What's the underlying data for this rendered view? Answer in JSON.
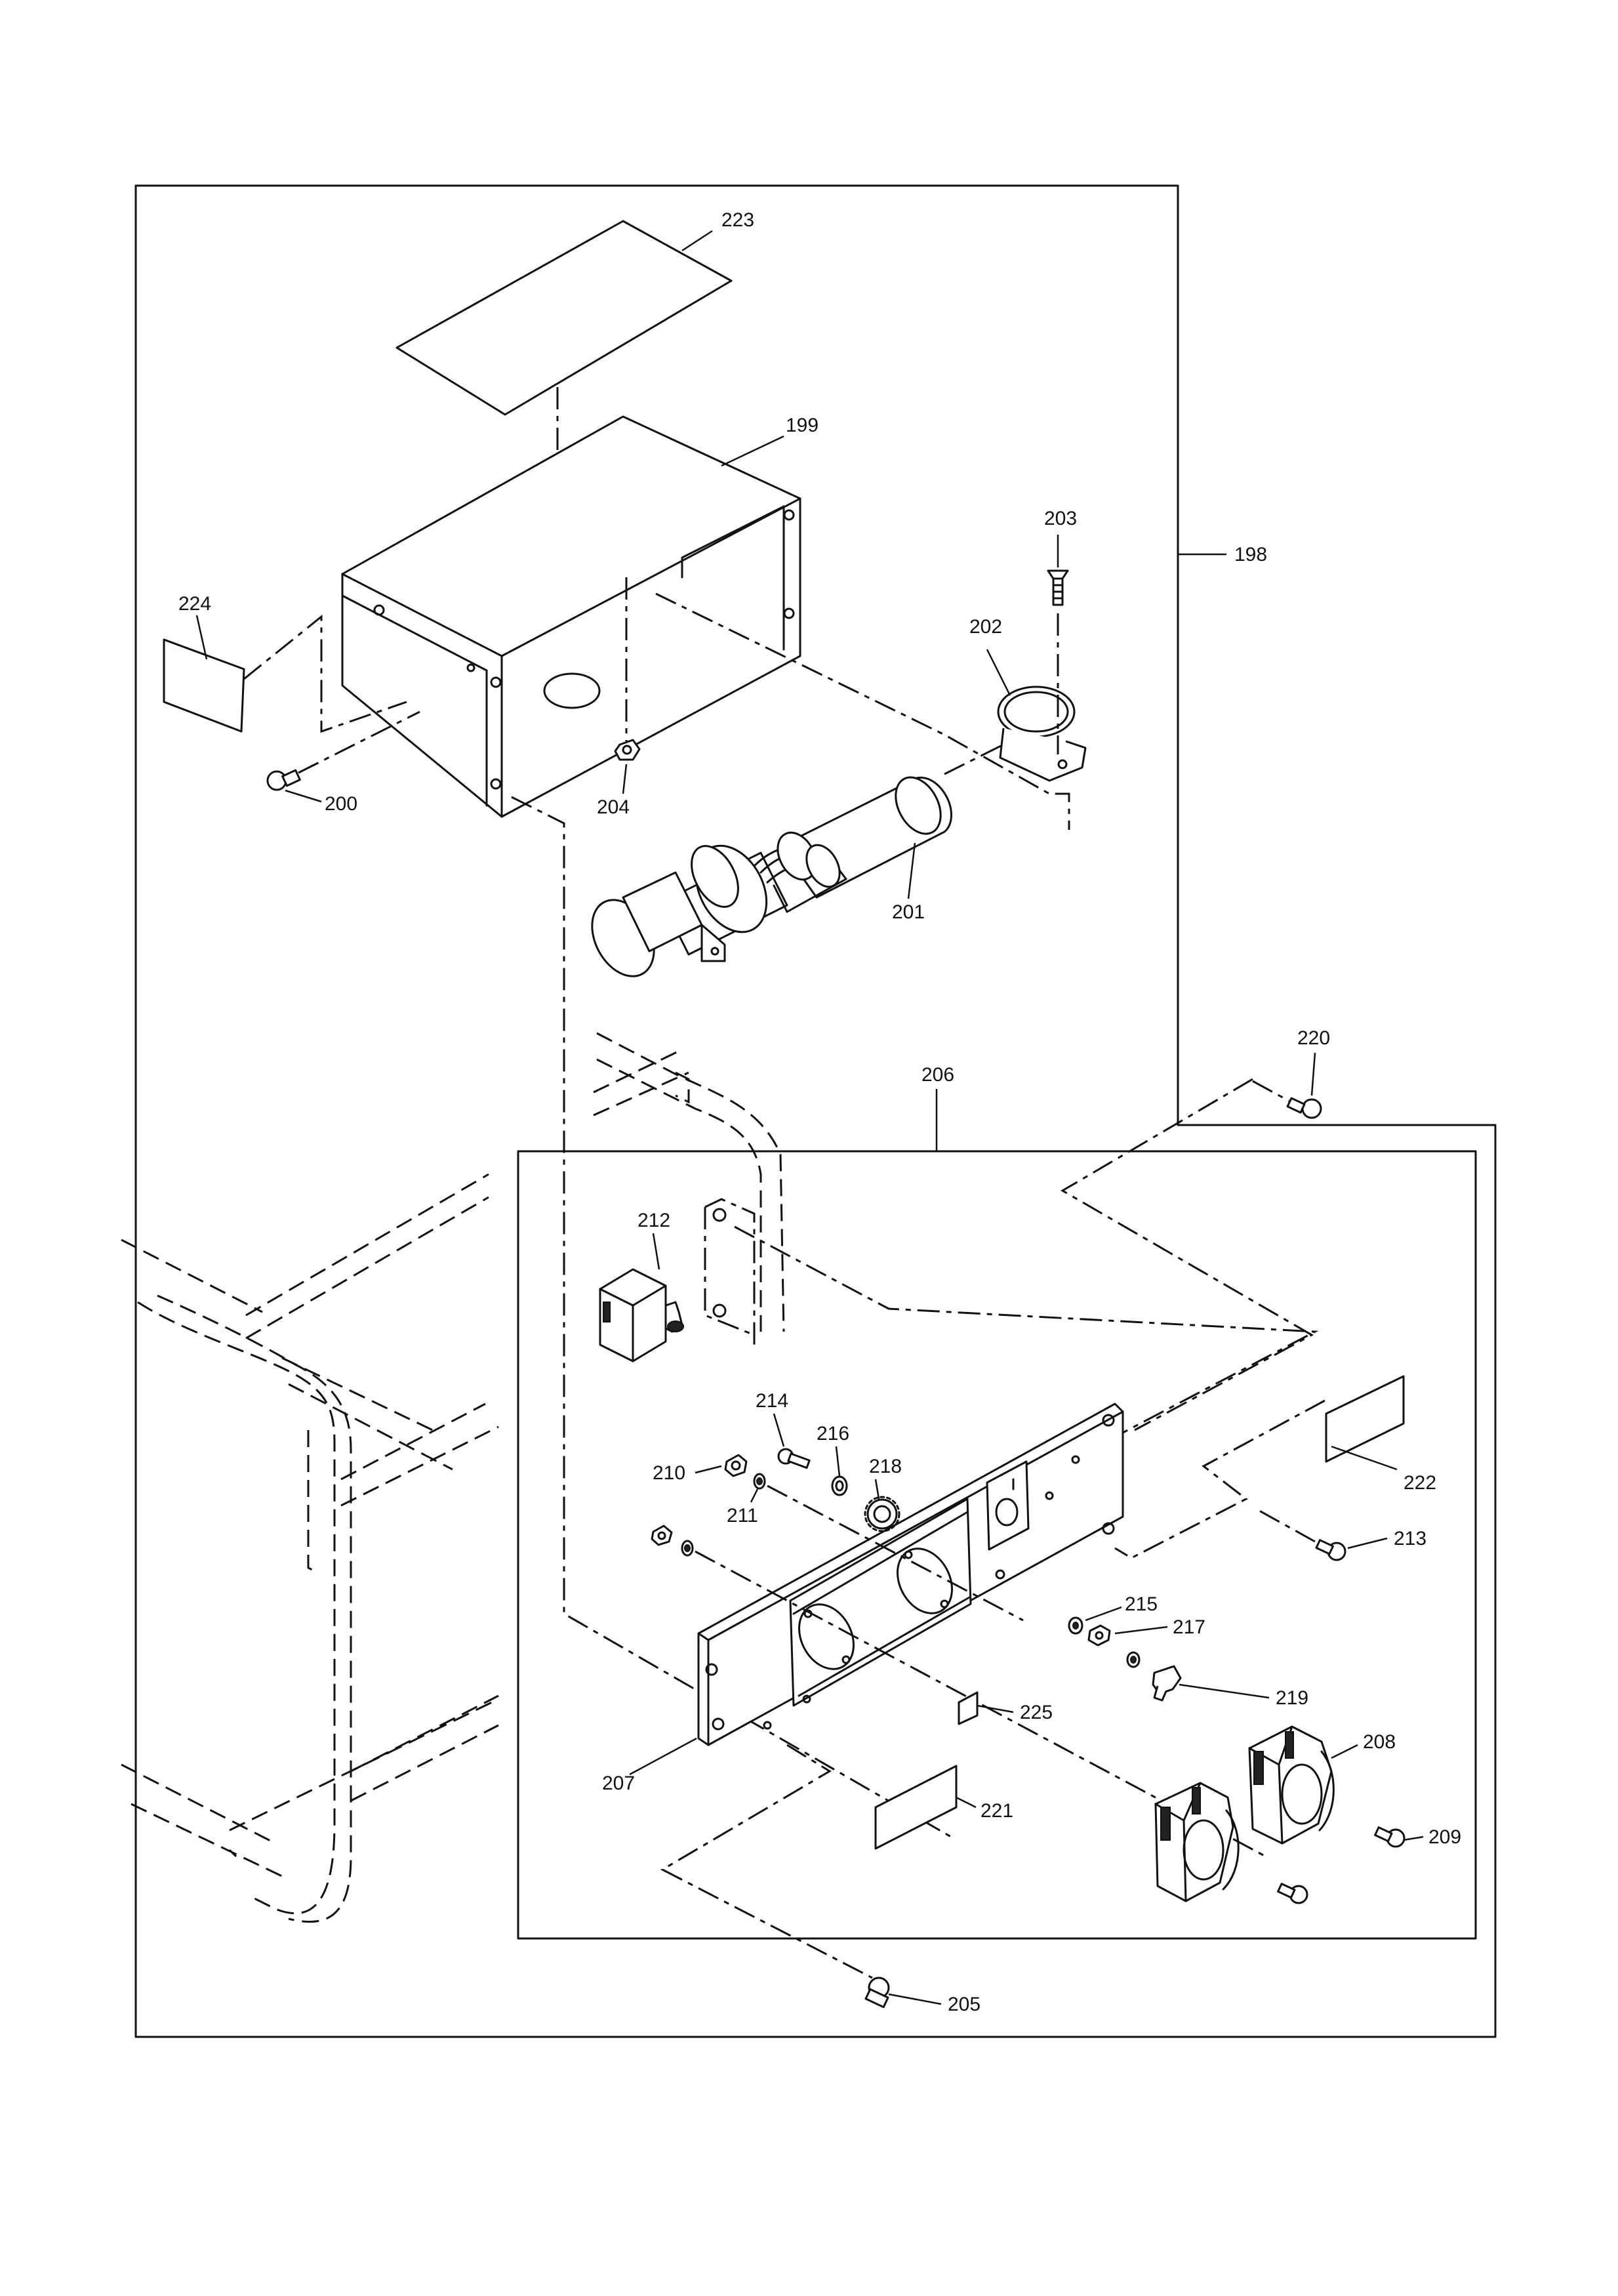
{
  "callouts": {
    "c198": "198",
    "c199": "199",
    "c200": "200",
    "c201": "201",
    "c202": "202",
    "c203": "203",
    "c204": "204",
    "c205": "205",
    "c206": "206",
    "c207": "207",
    "c208": "208",
    "c209": "209",
    "c210": "210",
    "c211": "211",
    "c212": "212",
    "c213": "213",
    "c214": "214",
    "c215": "215",
    "c216": "216",
    "c217": "217",
    "c218": "218",
    "c219": "219",
    "c220": "220",
    "c221": "221",
    "c222": "222",
    "c223": "223",
    "c224": "224",
    "c225": "225"
  }
}
